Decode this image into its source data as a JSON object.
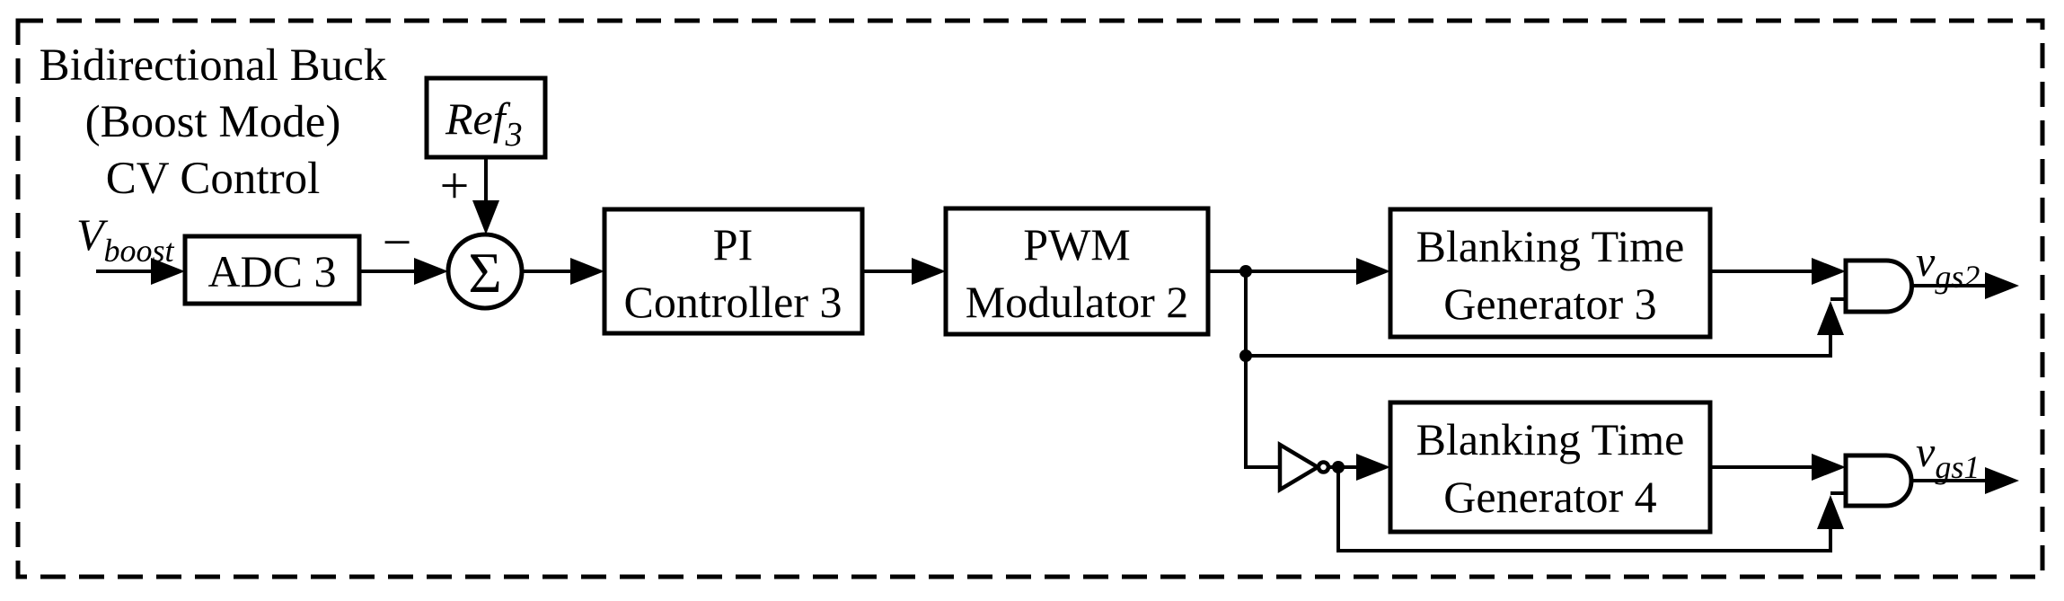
{
  "diagram": {
    "background": "#ffffff",
    "ink": "#000000",
    "title": {
      "lines": [
        "Bidirectional Buck",
        "(Boost Mode)",
        "CV Control"
      ]
    },
    "blocks": {
      "ref3": {
        "base": "Ref",
        "sub": "3"
      },
      "adc3": {
        "label": "ADC 3"
      },
      "summer": {
        "symbol": "Σ",
        "plus": "+",
        "minus": "−"
      },
      "pi": {
        "line1": "PI",
        "line2": "Controller 3"
      },
      "pwm": {
        "line1": "PWM",
        "line2": "Modulator 2"
      },
      "btg3": {
        "line1": "Blanking Time",
        "line2": "Generator 3"
      },
      "btg4": {
        "line1": "Blanking Time",
        "line2": "Generator 4"
      }
    },
    "signals": {
      "vboost": {
        "base": "V",
        "sub": "boost"
      },
      "vgs2": {
        "base": "v",
        "sub": "gs2"
      },
      "vgs1": {
        "base": "v",
        "sub": "gs1"
      }
    }
  }
}
